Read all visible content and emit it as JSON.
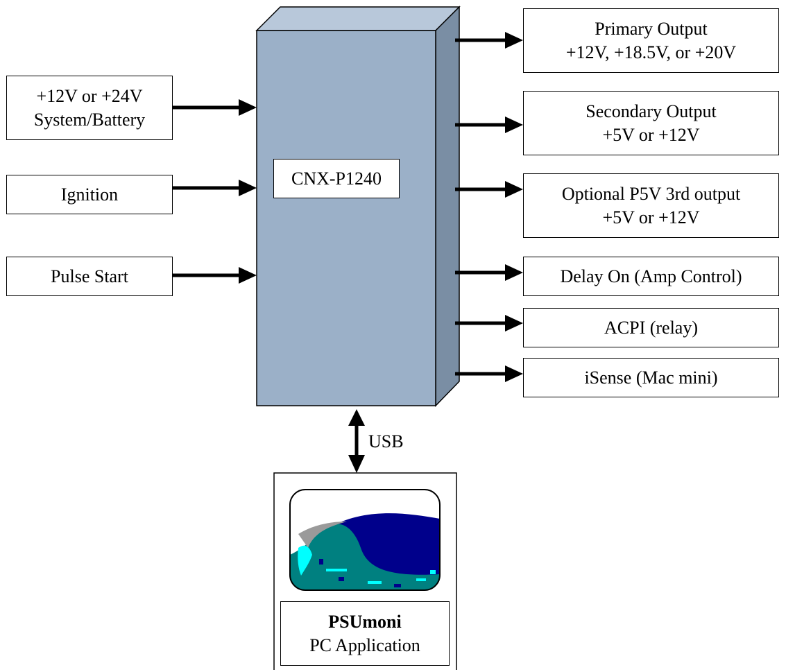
{
  "diagram": {
    "device": {
      "label": "CNX-P1240"
    },
    "inputs": [
      {
        "lines": [
          "+12V or +24V",
          "System/Battery"
        ]
      },
      {
        "lines": [
          "Ignition"
        ]
      },
      {
        "lines": [
          "Pulse Start"
        ]
      }
    ],
    "outputs": [
      {
        "lines": [
          "Primary Output",
          "+12V, +18.5V, or +20V"
        ]
      },
      {
        "lines": [
          "Secondary Output",
          "+5V or +12V"
        ]
      },
      {
        "lines": [
          "Optional P5V 3rd output",
          "+5V or +12V"
        ]
      },
      {
        "lines": [
          "Delay On (Amp Control)"
        ]
      },
      {
        "lines": [
          "ACPI (relay)"
        ]
      },
      {
        "lines": [
          "iSense (Mac mini)"
        ]
      }
    ],
    "link": {
      "label": "USB"
    },
    "application": {
      "name": "PSUmoni",
      "subtitle": "PC Application"
    },
    "colors": {
      "device_front": "#9bb0c8",
      "device_top": "#b8c8da",
      "device_side": "#7a8ea4",
      "logo_navy": "#00008b",
      "logo_teal": "#008080",
      "logo_cyan": "#00ffff"
    }
  }
}
